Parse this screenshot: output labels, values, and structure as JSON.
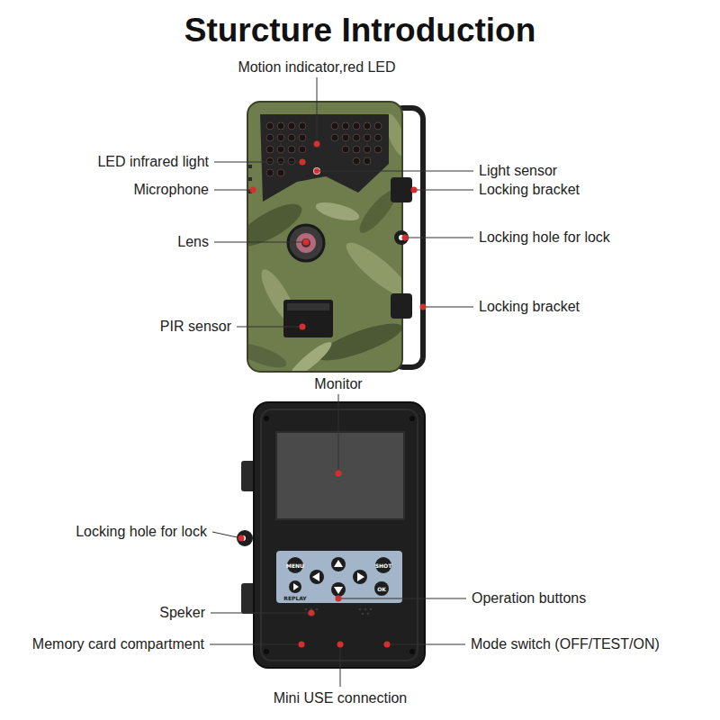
{
  "diagram": {
    "title": "Sturcture Introduction",
    "labels": [
      "Motion indicator,red LED",
      "LED infrared light",
      "Light sensor",
      "Microphone",
      "Locking bracket",
      "Lens",
      "Locking hole for lock",
      "Locking bracket",
      "PIR sensor",
      "Monitor",
      "Locking hole for lock",
      "MENU",
      "SHOT",
      "REPLAY",
      "OK",
      "Operation buttons",
      "Speker",
      "Memory card compartment",
      "Mode switch (OFF/TEST/ON)",
      "Mini USE connection"
    ]
  }
}
